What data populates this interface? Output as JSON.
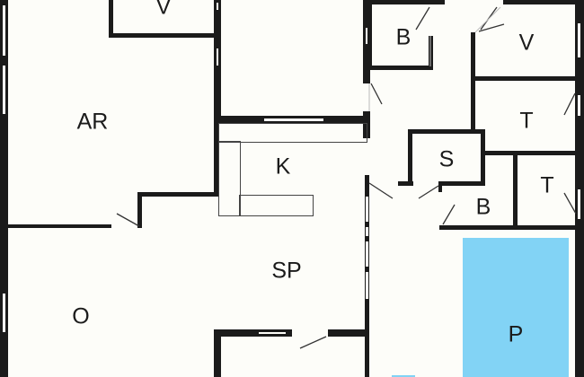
{
  "floorplan": {
    "title": "",
    "rooms": [
      {
        "id": "v-top-left",
        "label": "V"
      },
      {
        "id": "ar",
        "label": "AR"
      },
      {
        "id": "b-top",
        "label": "B"
      },
      {
        "id": "v-right",
        "label": "V"
      },
      {
        "id": "t-upper",
        "label": "T"
      },
      {
        "id": "k",
        "label": "K"
      },
      {
        "id": "s",
        "label": "S"
      },
      {
        "id": "t-lower",
        "label": "T"
      },
      {
        "id": "b-lower",
        "label": "B"
      },
      {
        "id": "sp",
        "label": "SP"
      },
      {
        "id": "o",
        "label": "O"
      },
      {
        "id": "p",
        "label": "P"
      }
    ],
    "colors": {
      "wall": "#1b1b1b",
      "pool": "#82d3f5",
      "background": "#fdfdf9"
    }
  }
}
